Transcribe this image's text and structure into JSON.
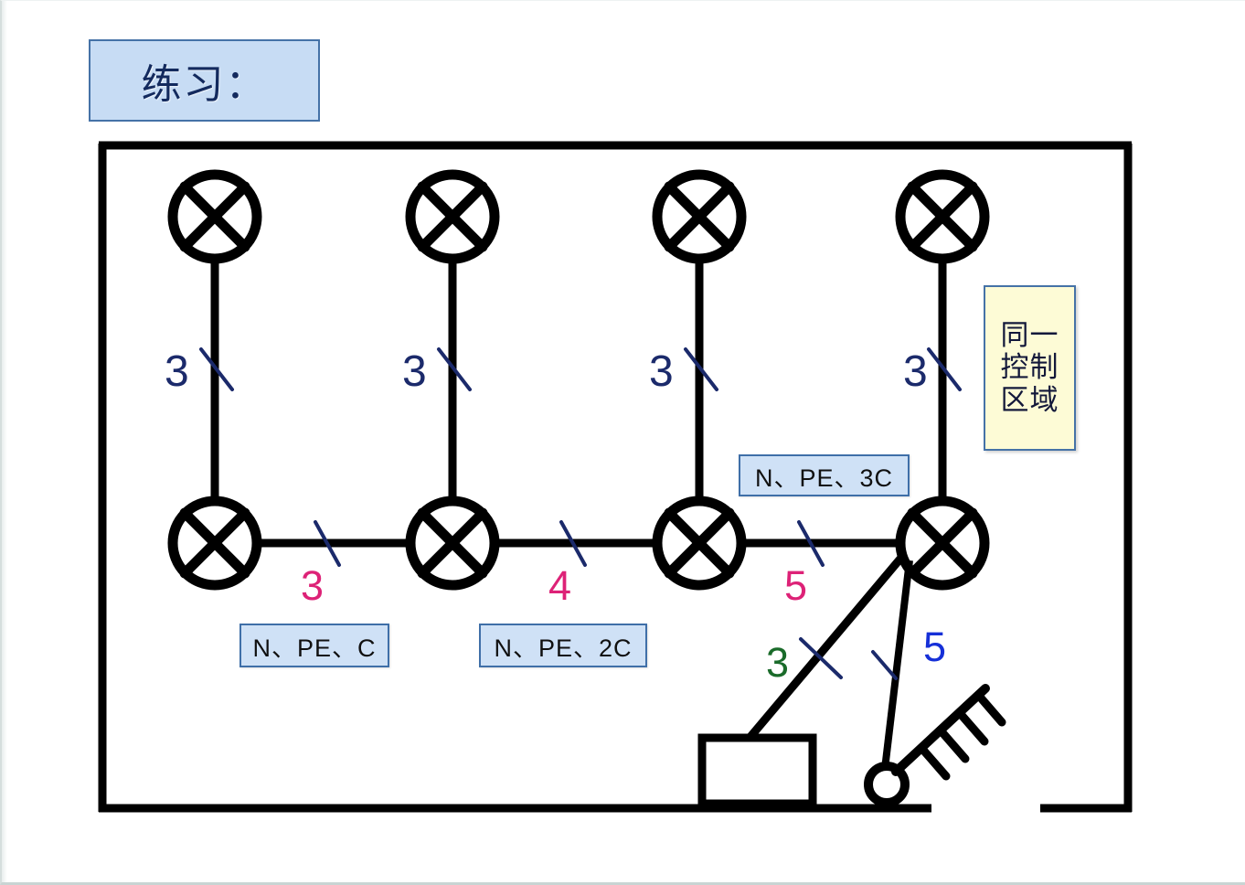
{
  "page": {
    "title": "练习：",
    "background_color": "#ffffff"
  },
  "title_box": {
    "label": "练习：",
    "fill": "#c7dcf4",
    "border": "#4572a7",
    "text_color": "#132a5e"
  },
  "note_box": {
    "lines": [
      "同一",
      "控制",
      "区域"
    ],
    "fill": "#fdfbd6",
    "border": "#4572a7"
  },
  "cable_labels": [
    {
      "id": "label-c",
      "text": "N、PE、C"
    },
    {
      "id": "label-2c",
      "text": "N、PE、2C"
    },
    {
      "id": "label-3c",
      "text": "N、PE、3C"
    }
  ],
  "vertical_wire_counts": [
    {
      "value": "3",
      "color": "#1b2a6b"
    },
    {
      "value": "3",
      "color": "#1b2a6b"
    },
    {
      "value": "3",
      "color": "#1b2a6b"
    },
    {
      "value": "3",
      "color": "#1b2a6b"
    }
  ],
  "horizontal_wire_counts": [
    {
      "value": "3",
      "color": "#dd2277"
    },
    {
      "value": "4",
      "color": "#dd2277"
    },
    {
      "value": "5",
      "color": "#dd2277"
    }
  ],
  "switch_wire_counts": [
    {
      "value": "3",
      "color": "#1a6b2a",
      "note": "box-to-lamp branch"
    },
    {
      "value": "5",
      "color": "#1630d8",
      "note": "switch-to-lamp branch"
    }
  ],
  "symbols": {
    "lamp": "lamp-cross-circle",
    "switch": "four-gang-switch",
    "box": "junction-box",
    "slash": "wire-count-slash"
  },
  "colors": {
    "wire": "#000000",
    "wall": "#000000",
    "slash": "#1b2a6b",
    "navy": "#1b2a6b",
    "pink": "#dd2277",
    "green": "#1a6b2a",
    "blue": "#1630d8"
  }
}
